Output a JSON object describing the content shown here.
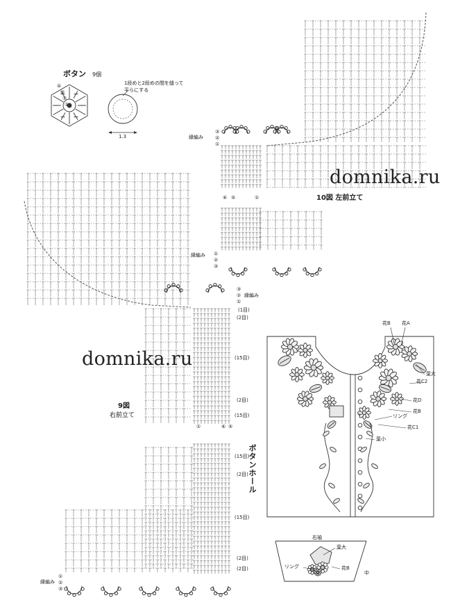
{
  "button": {
    "title": "ボタン",
    "count": "9個",
    "row_marks": [
      "④",
      "③",
      "②",
      "①"
    ],
    "note_line1": "1段めと2段めの間を縫って",
    "note_line2": "平らにする",
    "size": "1.3"
  },
  "left_front": {
    "title": "10図 左前立て",
    "edge_label": "縁編み",
    "top_row_marks": [
      "③",
      "②",
      "①"
    ],
    "bottom_row_marks": [
      "①",
      "②",
      "③"
    ],
    "column_marks": [
      "⑥",
      "⑤",
      "①"
    ]
  },
  "right_front": {
    "title_num": "9図",
    "title_name": "右前立て",
    "edge_label": "縁編み",
    "top_row_marks": [
      "③",
      "②",
      "①"
    ],
    "bottom_row_marks": [
      "①",
      "②",
      "③"
    ],
    "column_marks": [
      "①",
      "⑥",
      "⑤"
    ],
    "row_counts_upper": [
      "(1目)",
      "(2目)",
      "(15目)",
      "(2目)",
      "(15目)"
    ],
    "buttonhole_label": "ボタンホール",
    "row_counts_lower": [
      "(15目)",
      "(2目)",
      "(15目)",
      "(2目)",
      "(2目)"
    ]
  },
  "watermarks": [
    "domnika.ru",
    "domnika.ru"
  ],
  "placement": {
    "labels": [
      "花B",
      "花A",
      "葉大",
      "花C2",
      "花D",
      "花B",
      "リング",
      "花C1",
      "葉小"
    ]
  },
  "sleeve": {
    "title": "右袖",
    "labels": [
      "葉大",
      "リング",
      "花B"
    ],
    "center_mark": "中"
  }
}
